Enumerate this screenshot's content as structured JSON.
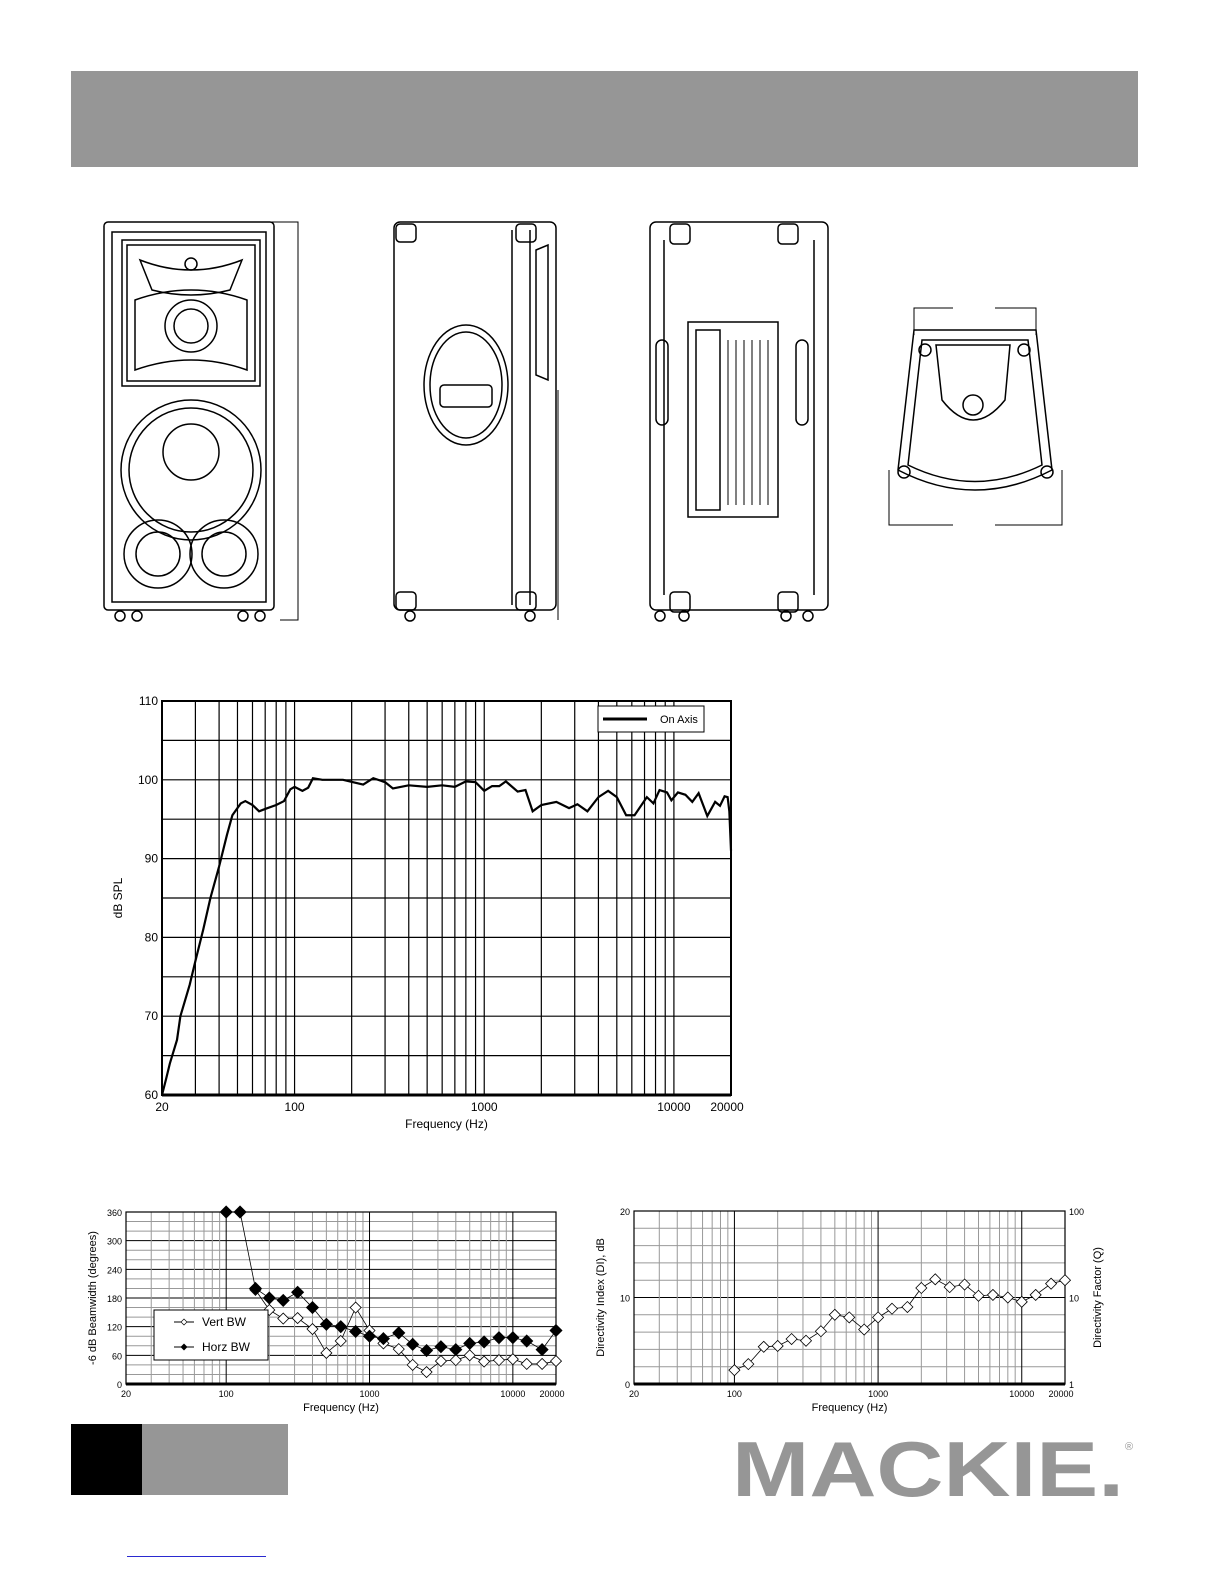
{
  "logo": {
    "text": "MACKIE.",
    "registered": "®"
  },
  "colors": {
    "header": "#969696",
    "logo": "#969696",
    "link": "#2a2ad0"
  },
  "chart_data": [
    {
      "type": "line",
      "id": "frequency-response",
      "xlabel": "Frequency   (Hz)",
      "ylabel": "dB  SPL",
      "xscale": "log",
      "xlim": [
        20,
        20000
      ],
      "ylim": [
        60,
        110
      ],
      "xticks": [
        "20",
        "100",
        "1000",
        "10000",
        "20000"
      ],
      "xtick_values": [
        20,
        100,
        1000,
        10000,
        20000
      ],
      "yticks": [
        60,
        70,
        80,
        90,
        100,
        110
      ],
      "legend": {
        "placement": "top-right",
        "entries": [
          "On Axis"
        ]
      },
      "grid": true,
      "series": [
        {
          "name": "On Axis",
          "x": [
            20,
            21,
            22,
            24,
            25,
            28,
            30,
            33,
            36,
            40,
            44,
            47,
            52,
            55,
            60,
            65,
            70,
            80,
            88,
            95,
            100,
            110,
            118,
            125,
            140,
            180,
            230,
            260,
            300,
            330,
            400,
            500,
            600,
            700,
            800,
            900,
            1000,
            1100,
            1200,
            1300,
            1500,
            1650,
            1800,
            2000,
            2400,
            2800,
            3100,
            3500,
            4000,
            4500,
            5000,
            5600,
            6200,
            7200,
            7800,
            8400,
            9200,
            9700,
            10500,
            11500,
            12500,
            13500,
            15000,
            16500,
            17500,
            18500,
            19200,
            19600,
            20000
          ],
          "y": [
            60,
            62,
            64,
            67,
            70,
            74,
            77,
            81,
            85,
            89,
            93,
            95.5,
            97,
            97.3,
            96.8,
            96,
            96.3,
            96.8,
            97.3,
            98.8,
            99.1,
            98.6,
            99,
            100.2,
            100,
            100,
            99.4,
            100.2,
            99.7,
            98.9,
            99.3,
            99.1,
            99.3,
            99.1,
            99.8,
            99.7,
            98.6,
            99.2,
            99.2,
            99.8,
            98.5,
            98.7,
            96,
            96.8,
            97.2,
            96.4,
            96.9,
            96,
            97.8,
            98.6,
            97.8,
            95.5,
            95.5,
            97.8,
            97,
            98.7,
            98.4,
            97.4,
            98.4,
            98.1,
            97.2,
            98.3,
            95.4,
            97.2,
            96.7,
            97.9,
            97.8,
            96,
            91
          ]
        }
      ]
    },
    {
      "type": "line",
      "id": "beamwidth",
      "xlabel": "Frequency (Hz)",
      "ylabel": "-6 dB Beamwidth (degrees)",
      "xscale": "log",
      "xlim": [
        20,
        20000
      ],
      "ylim": [
        0,
        360
      ],
      "xticks": [
        "20",
        "100",
        "1000",
        "10000",
        "20000"
      ],
      "xtick_values": [
        20,
        100,
        1000,
        10000,
        20000
      ],
      "yticks": [
        0,
        60,
        120,
        180,
        240,
        300,
        360
      ],
      "legend": {
        "placement": "bottom-left",
        "entries": [
          "Vert BW",
          "Horz BW"
        ]
      },
      "grid": true,
      "series": [
        {
          "name": "Vert BW",
          "marker": "open-diamond",
          "x": [
            160,
            200,
            250,
            315,
            400,
            500,
            630,
            800,
            1000,
            1250,
            1600,
            2000,
            2500,
            3150,
            4000,
            5000,
            6300,
            8000,
            10000,
            12500,
            16000,
            20000
          ],
          "y": [
            197,
            155,
            137,
            138,
            115,
            65,
            90,
            160,
            112,
            85,
            73,
            40,
            25,
            48,
            50,
            60,
            47,
            50,
            52,
            42,
            42,
            48
          ]
        },
        {
          "name": "Horz BW",
          "marker": "filled-diamond",
          "x": [
            100,
            125,
            160,
            200,
            250,
            315,
            400,
            500,
            630,
            800,
            1000,
            1250,
            1600,
            2000,
            2500,
            3150,
            4000,
            5000,
            6300,
            8000,
            10000,
            12500,
            16000,
            20000
          ],
          "y": [
            360,
            360,
            200,
            180,
            175,
            192,
            160,
            125,
            120,
            110,
            100,
            95,
            107,
            83,
            70,
            78,
            72,
            85,
            88,
            97,
            97,
            90,
            72,
            112
          ]
        }
      ]
    },
    {
      "type": "line",
      "id": "directivity",
      "xlabel": "Frequency (Hz)",
      "ylabel": "Directivity Index (DI), dB",
      "y2label": "Directivity Factor (Q)",
      "xscale": "log",
      "xlim": [
        20,
        20000
      ],
      "ylim": [
        0,
        20
      ],
      "y2lim": [
        1,
        100
      ],
      "xticks": [
        "20",
        "100",
        "1000",
        "10000",
        "20000"
      ],
      "xtick_values": [
        20,
        100,
        1000,
        10000,
        20000
      ],
      "yticks": [
        0,
        10,
        20
      ],
      "y2ticks": [
        1,
        10,
        100
      ],
      "grid": true,
      "series": [
        {
          "name": "DI",
          "marker": "open-diamond",
          "x": [
            100,
            125,
            160,
            200,
            250,
            315,
            400,
            500,
            630,
            800,
            1000,
            1250,
            1600,
            2000,
            2500,
            3150,
            4000,
            5000,
            6300,
            8000,
            10000,
            12500,
            16000,
            20000
          ],
          "y": [
            1.6,
            2.3,
            4.3,
            4.4,
            5.2,
            5,
            6.1,
            8,
            7.7,
            6.3,
            7.7,
            8.7,
            8.9,
            11.1,
            12.1,
            11.2,
            11.5,
            10.2,
            10.3,
            10,
            9.5,
            10.3,
            11.6,
            12
          ]
        }
      ]
    }
  ]
}
